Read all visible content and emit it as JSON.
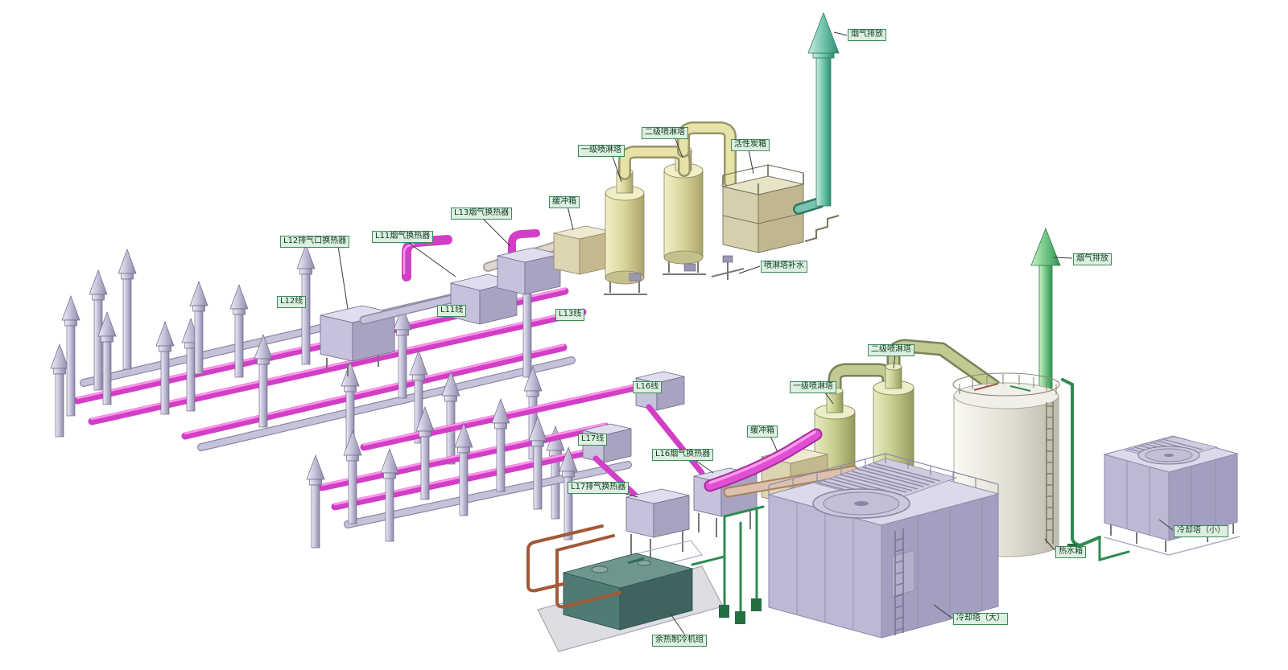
{
  "labels": [
    {
      "id": "flue-gas-discharge-top",
      "text": "烟气排放"
    },
    {
      "id": "secondary-spray-tower-1",
      "text": "二级喷淋塔"
    },
    {
      "id": "primary-spray-tower-1",
      "text": "一级喷淋塔"
    },
    {
      "id": "activated-carbon-box",
      "text": "活性炭箱"
    },
    {
      "id": "buffer-box-1",
      "text": "缓冲箱"
    },
    {
      "id": "l13-flue-gas-heat-exchanger",
      "text": "L13烟气换热器"
    },
    {
      "id": "l11-flue-gas-heat-exchanger",
      "text": "L11烟气换热器"
    },
    {
      "id": "l12-exhaust-heat-exchanger",
      "text": "L12排气口换热器"
    },
    {
      "id": "l12-line",
      "text": "L12线"
    },
    {
      "id": "l11-line",
      "text": "L11线"
    },
    {
      "id": "l13-line",
      "text": "L13线"
    },
    {
      "id": "spray-tower-makeup-water",
      "text": "喷淋塔补水"
    },
    {
      "id": "flue-gas-discharge-right",
      "text": "烟气排放"
    },
    {
      "id": "secondary-spray-tower-2",
      "text": "二级喷淋塔"
    },
    {
      "id": "primary-spray-tower-2",
      "text": "一级喷淋塔"
    },
    {
      "id": "l16-line",
      "text": "L16线"
    },
    {
      "id": "l17-line",
      "text": "L17线"
    },
    {
      "id": "buffer-box-2",
      "text": "缓冲箱"
    },
    {
      "id": "l16-flue-gas-heat-exchanger",
      "text": "L16烟气换热器"
    },
    {
      "id": "l17-exhaust-heat-exchanger",
      "text": "L17排气换热器"
    },
    {
      "id": "hot-water-tank",
      "text": "热水箱"
    },
    {
      "id": "cooling-tower-small",
      "text": "冷却塔（小）"
    },
    {
      "id": "cooling-tower-large",
      "text": "冷却塔（大）"
    },
    {
      "id": "waste-heat-chiller-unit",
      "text": "余热制冷机组"
    }
  ],
  "colors": {
    "label_bg": "#ddefe0",
    "label_border": "#3f8a5c",
    "label_text": "#0e3a20",
    "pipe_magenta": "#d23ec6",
    "pipe_lavender": "#c6c2da",
    "tower_yellow": "#d9d49b",
    "tower_olive": "#c6cb8d",
    "stack_teal": "#6fc4ab",
    "stack_green": "#72c687",
    "tank_ivory": "#e3e1d4",
    "cooling_tower_lavender": "#bdb9d4",
    "chiller_teal": "#507a74",
    "background": "#ffffff"
  }
}
